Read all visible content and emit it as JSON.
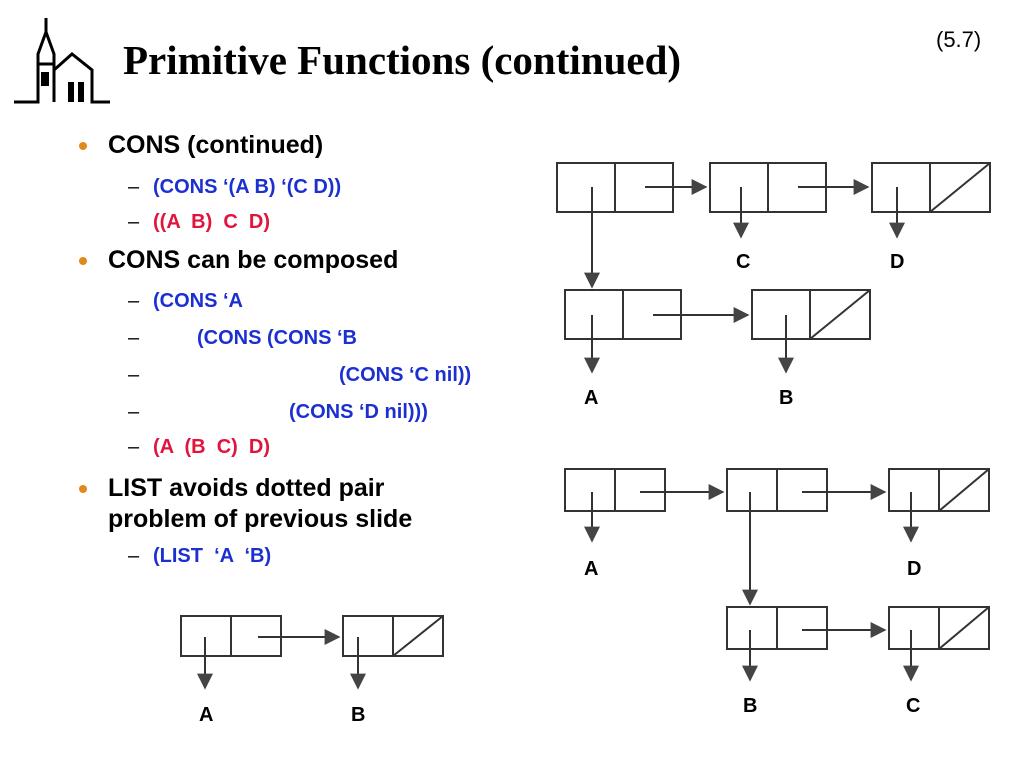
{
  "slide": {
    "title": "Primitive Functions (continued)",
    "number": "(5.7)"
  },
  "outline": {
    "b1": "CONS (continued)",
    "b1_sub1": "(CONS ‘(A B) ‘(C D))",
    "b1_sub2": "((A  B)  C  D)",
    "b2": "CONS can be composed",
    "b2_sub1": "(CONS ‘A",
    "b2_sub2": "(CONS (CONS ‘B",
    "b2_sub3": "(CONS ‘C nil))",
    "b2_sub4": "(CONS ‘D nil)))",
    "b2_sub5": "(A  (B  C)  D)",
    "b3": "LIST avoids dotted pair problem of previous slide",
    "b3_sub1": "(LIST  ‘A  ‘B)",
    "dash": "–"
  },
  "diagrams": {
    "d1": {
      "atoms": [
        "C",
        "D",
        "A",
        "B"
      ]
    },
    "d2": {
      "atoms": [
        "A",
        "D",
        "B",
        "C"
      ]
    },
    "d3": {
      "atoms": [
        "A",
        "B"
      ]
    }
  },
  "colors": {
    "blue": "#1c2fd1",
    "red": "#e0143c",
    "bullet": "#e08a1e"
  }
}
